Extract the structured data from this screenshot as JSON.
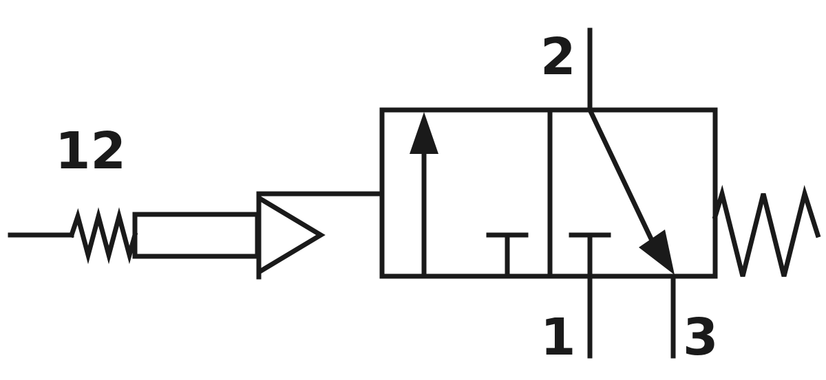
{
  "diagram": {
    "stroke_color": "#1a1a1a",
    "background": "#ffffff",
    "labels": {
      "pilot_port": "12",
      "outlet_port": "2",
      "supply_port": "1",
      "exhaust_port": "3"
    }
  }
}
